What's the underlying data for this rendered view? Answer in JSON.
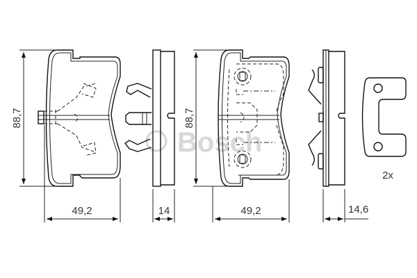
{
  "drawing": {
    "watermark": "Bosch",
    "views": [
      {
        "name": "pad-1-front",
        "height_label": "88,7",
        "width_label": "49,2"
      },
      {
        "name": "pad-1-side",
        "thickness_label": "14"
      },
      {
        "name": "pad-2-front",
        "height_label": "88,7",
        "width_label": "49,2"
      },
      {
        "name": "pad-2-side",
        "thickness_label": "14,6"
      },
      {
        "name": "shim-plate",
        "quantity_label": "2x"
      }
    ]
  }
}
